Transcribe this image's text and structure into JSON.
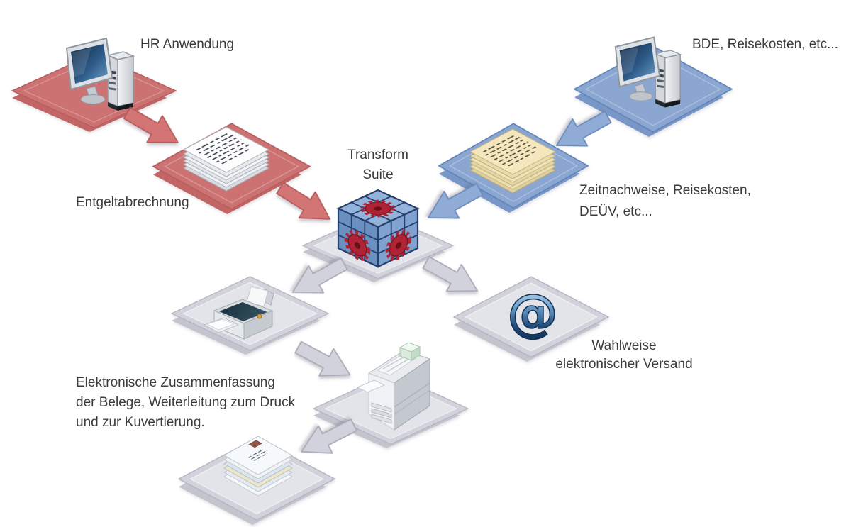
{
  "title": "Transform Suite document flow diagram",
  "labels": {
    "hr": [
      "HR Anwendung"
    ],
    "bde": [
      "BDE, Reisekosten, etc..."
    ],
    "entgelt": [
      "Entgeltabrechnung"
    ],
    "zeit": [
      "Zeitnachweise, Reisekosten,",
      "DEÜV, etc..."
    ],
    "transform": [
      "Transform",
      "Suite"
    ],
    "wahlweise": [
      "Wahlweise",
      "elektronischer Versand"
    ],
    "druck": [
      "Elektronische Zusammenfassung",
      "der Belege, Weiterleitung zum Druck",
      "und zur Kuvertierung."
    ],
    "at_symbol": "@"
  },
  "nodes": [
    {
      "id": "hr-system",
      "icon": "computer-icon",
      "platform": "red",
      "label_ref": "hr"
    },
    {
      "id": "payroll-documents",
      "icon": "documents-icon",
      "platform": "red",
      "label_ref": "entgelt"
    },
    {
      "id": "bde-system",
      "icon": "computer-icon",
      "platform": "blue",
      "label_ref": "bde"
    },
    {
      "id": "time-documents",
      "icon": "documents-icon",
      "platform": "blue",
      "label_ref": "zeit"
    },
    {
      "id": "transform-suite",
      "icon": "cube-gears-icon",
      "platform": "gray",
      "label_ref": "transform"
    },
    {
      "id": "printer",
      "icon": "printer-icon",
      "platform": "gray",
      "label_ref": null
    },
    {
      "id": "email-dispatch",
      "icon": "at-icon",
      "platform": "gray",
      "label_ref": "wahlweise"
    },
    {
      "id": "print-center",
      "icon": "copier-icon",
      "platform": "gray",
      "label_ref": "druck"
    },
    {
      "id": "envelopes",
      "icon": "envelopes-icon",
      "platform": "gray",
      "label_ref": null
    }
  ],
  "edges": [
    {
      "from": "hr-system",
      "to": "payroll-documents",
      "color": "red"
    },
    {
      "from": "payroll-documents",
      "to": "transform-suite",
      "color": "red"
    },
    {
      "from": "bde-system",
      "to": "time-documents",
      "color": "blue"
    },
    {
      "from": "time-documents",
      "to": "transform-suite",
      "color": "blue"
    },
    {
      "from": "transform-suite",
      "to": "printer",
      "color": "gray"
    },
    {
      "from": "transform-suite",
      "to": "email-dispatch",
      "color": "gray"
    },
    {
      "from": "printer",
      "to": "print-center",
      "color": "gray"
    },
    {
      "from": "print-center",
      "to": "envelopes",
      "color": "gray"
    }
  ],
  "colors": {
    "background": "#FFFFFF",
    "text": "#3B3B3B",
    "platform-red": "#CC7272",
    "platform-red-edge": "#B85E5E",
    "platform-red-back": "#C26565",
    "platform-blue": "#8AA6D1",
    "platform-blue-edge": "#6085B9",
    "platform-blue-back": "#7897C6",
    "platform-gray": "#D2D2DC",
    "platform-gray-edge": "#B3B3C0",
    "platform-gray-back": "#C4C4CF",
    "platform-gray-inner": "#E3E3EA",
    "arrow-red": "#D47575",
    "arrow-red-edge": "#BA5C5C",
    "arrow-blue": "#8FABD6",
    "arrow-blue-edge": "#6A8CBE",
    "arrow-gray": "#D2D2DC",
    "arrow-gray-edge": "#ABABBA",
    "cube-blue": "#7FA1CF",
    "gear-red": "#AF2334"
  }
}
